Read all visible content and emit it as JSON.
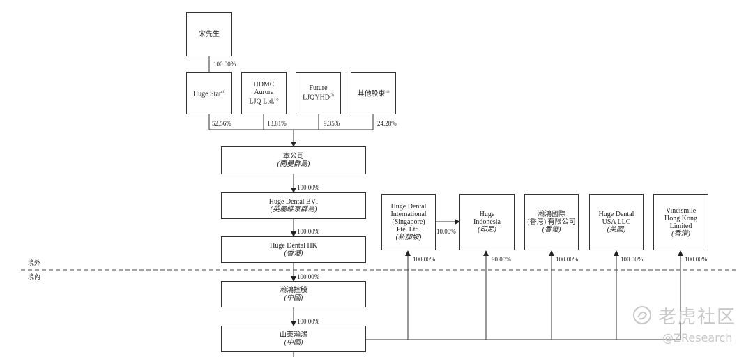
{
  "nodes": {
    "song": {
      "lines": [
        "宋先生"
      ]
    },
    "huge_star": {
      "name": "Huge Star",
      "note": "(1)"
    },
    "hdmc": {
      "lines": [
        "HDMC",
        "Aurora"
      ],
      "last": "LJQ Ltd.",
      "note": "(2)"
    },
    "future": {
      "lines": [
        "Future"
      ],
      "last": "LJQYHD",
      "note": "(3)"
    },
    "others": {
      "name": "其他股東",
      "note": "(4)"
    },
    "company": {
      "name": "本公司",
      "place": "(開曼群島)"
    },
    "bvi": {
      "name": "Huge Dental BVI",
      "place": "(英屬維京群島)"
    },
    "hk": {
      "name": "Huge Dental HK",
      "place": "(香港)"
    },
    "konggu": {
      "name": "瀚鴻控股",
      "place": "(中國)"
    },
    "shandong": {
      "name": "山東瀚鴻",
      "place": "(中國)"
    },
    "singapore": {
      "lines": [
        "Huge Dental",
        "International",
        "(Singapore)",
        "Pte. Ltd."
      ],
      "place": "(新加坡)"
    },
    "indonesia": {
      "lines": [
        "Huge",
        "Indonesia"
      ],
      "place": "(印尼)"
    },
    "hkintl": {
      "lines": [
        "瀚鴻國際",
        "(香港) 有限公司"
      ],
      "place": "(香港)"
    },
    "usa": {
      "lines": [
        "Huge Dental",
        "USA LLC"
      ],
      "place": "(美國)"
    },
    "vinci": {
      "lines": [
        "Vincismile",
        "Hong Kong",
        "Limited"
      ],
      "place": "(香港)"
    }
  },
  "percentages": {
    "song_star": "100.00%",
    "star": "52.56%",
    "hdmc": "13.81%",
    "future": "9.35%",
    "others": "24.28%",
    "bvi": "100.00%",
    "hk": "100.00%",
    "konggu": "100.00%",
    "shandong": "100.00%",
    "singapore": "100.00%",
    "indonesia": "90.00%",
    "sg_indonesia": "10.00%",
    "hkintl": "100.00%",
    "usa": "100.00%",
    "vinci": "100.00%"
  },
  "zones": {
    "offshore": "境外",
    "onshore": "境內"
  },
  "watermark": {
    "brand": "老虎社区",
    "handle": "@ZResearch"
  },
  "colors": {
    "line": "#333333",
    "watermark": "#c8c8c8"
  }
}
